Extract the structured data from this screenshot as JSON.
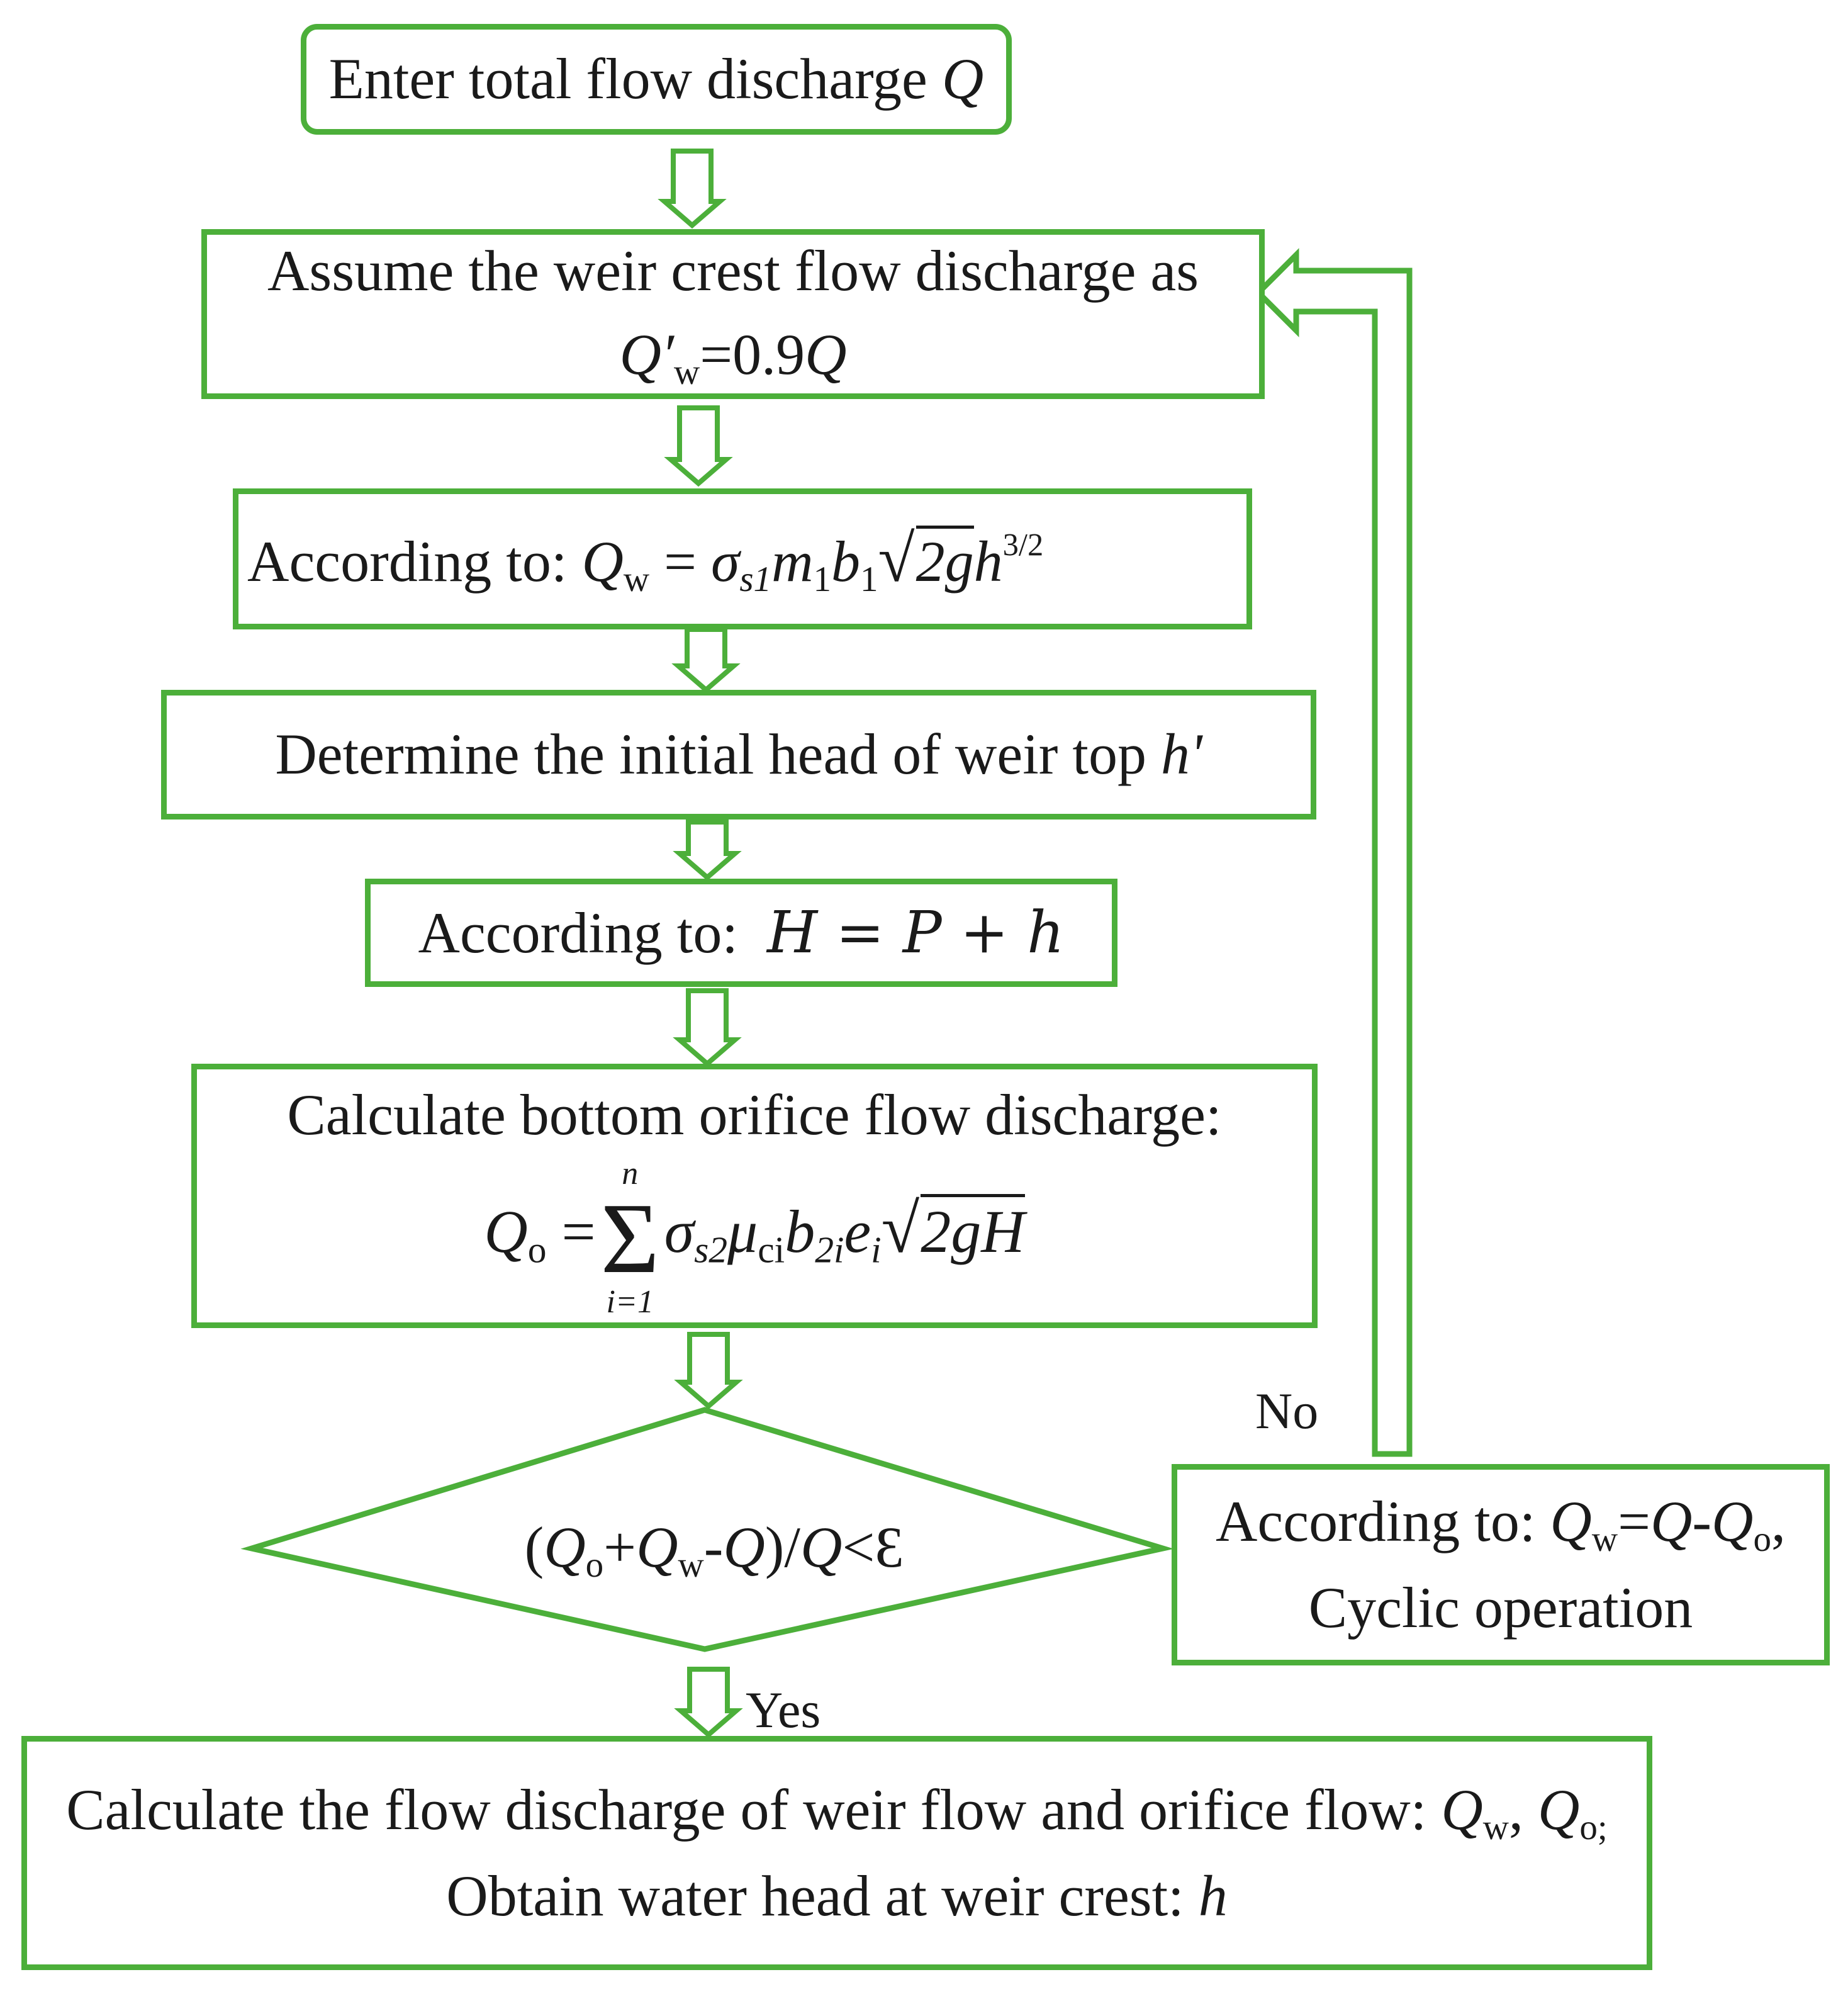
{
  "colors": {
    "stroke": "#4caf3a",
    "text": "#1a1a1a",
    "background": "#ffffff"
  },
  "nodes": {
    "start": {
      "text": "Enter total flow discharge",
      "var": "Q"
    },
    "assume": {
      "line1": "Assume the weir crest flow discharge as",
      "lhs": "Q′",
      "lhs_sub": "w",
      "rhs": "=0.9",
      "rhs_var": "Q"
    },
    "weir_formula": {
      "prefix": "According to:",
      "q": "Q",
      "q_sub": "w",
      "eq": " = ",
      "sigma": "σ",
      "sigma_sub": "s1",
      "m": "m",
      "m_sub": "1",
      "b": "b",
      "b_sub": "1",
      "root": "2g",
      "h": "h",
      "exp": "3/2"
    },
    "initial_head": {
      "text": "Determine the initial head of weir top",
      "var": "h'"
    },
    "total_head": {
      "prefix": "According to:",
      "eq": "H = P + h"
    },
    "orifice": {
      "line1": "Calculate bottom orifice flow discharge:",
      "q": "Q",
      "q_sub": "o",
      "eq": " =",
      "upper": "n",
      "lower": "i=1",
      "sigma": "σ",
      "sigma_sub": "s2",
      "mu": "μ",
      "mu_sub": "ci",
      "b": "b",
      "b_sub": "2i",
      "e": "e",
      "e_sub": "i",
      "root": "2gH"
    },
    "decision": {
      "open": "(",
      "q1": "Q",
      "q1_sub": "o",
      "plus": "+",
      "q2": "Q",
      "q2_sub": "w",
      "minus": "-",
      "q3": "Q",
      "close": ")/",
      "q4": "Q",
      "cond": "<Ɛ"
    },
    "cyclic": {
      "prefix": "According to:",
      "q1": "Q",
      "q1_sub": "w",
      "eq": "=",
      "q2": "Q",
      "minus": "-",
      "q3": "Q",
      "q3_sub": "o",
      "tail": ",",
      "line2": "Cyclic operation"
    },
    "result": {
      "line1": "Calculate the flow discharge of weir flow and orifice flow:",
      "q1": "Q",
      "q1_sub": "w",
      "sep": ", ",
      "q2": "Q",
      "q2_sub": "o;",
      "line2": "Obtain water head at weir crest:",
      "var": "h"
    }
  },
  "labels": {
    "no": "No",
    "yes": "Yes"
  }
}
